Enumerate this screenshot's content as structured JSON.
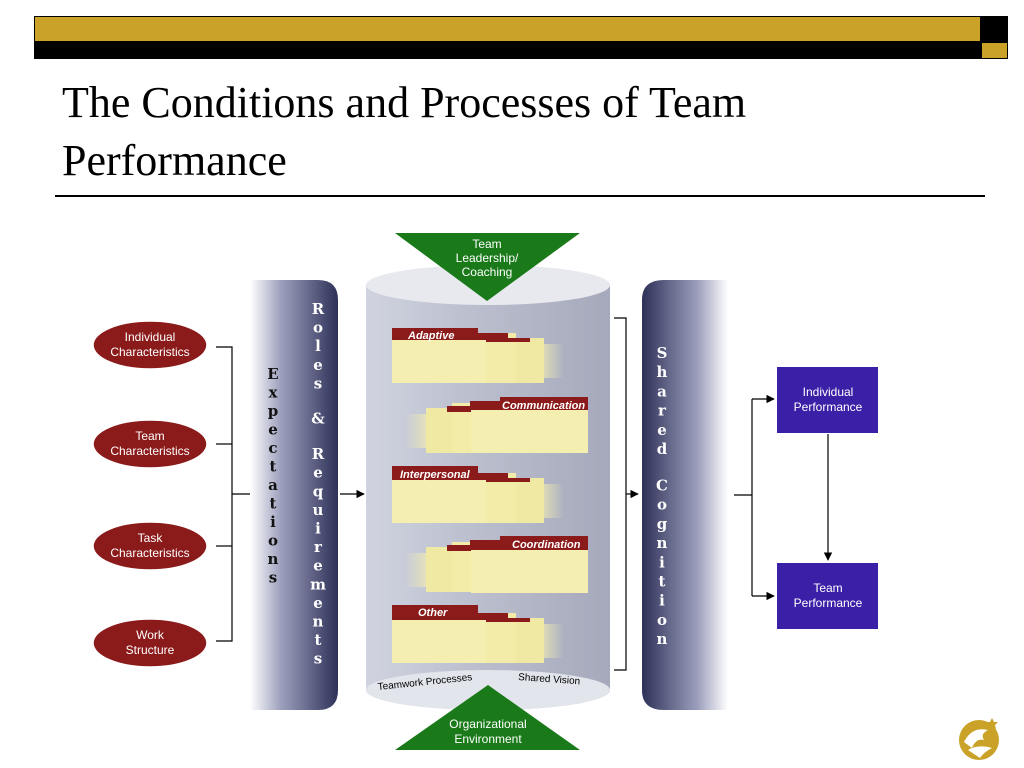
{
  "title": "The Conditions and Processes of Team Performance",
  "inputs": [
    {
      "line1": "Individual",
      "line2": "Characteristics"
    },
    {
      "line1": "Team",
      "line2": "Characteristics"
    },
    {
      "line1": "Task",
      "line2": "Characteristics"
    },
    {
      "line1": "Work",
      "line2": "Structure"
    }
  ],
  "expectations_label": "Expectations",
  "roles_label": "Roles & Requirements",
  "leadership": {
    "line1": "Team",
    "line2": "Leadership/",
    "line3": "Coaching"
  },
  "environment": {
    "line1": "Organizational",
    "line2": "Environment"
  },
  "processes": [
    "Adaptive",
    "Communication",
    "Interpersonal",
    "Coordination",
    "Other"
  ],
  "teamwork_label": "Teamwork Processes",
  "vision_label": "Shared Vision",
  "shared_cognition_label": "Shared Cognition",
  "outputs": [
    {
      "line1": "Individual",
      "line2": "Performance"
    },
    {
      "line1": "Team",
      "line2": "Performance"
    }
  ],
  "colors": {
    "gold": "#c9a227",
    "maroon": "#8b1a1a",
    "navy": "#2e3158",
    "green": "#1a7a1a",
    "purple": "#3b1fa6",
    "cream": "#f4efb0"
  }
}
